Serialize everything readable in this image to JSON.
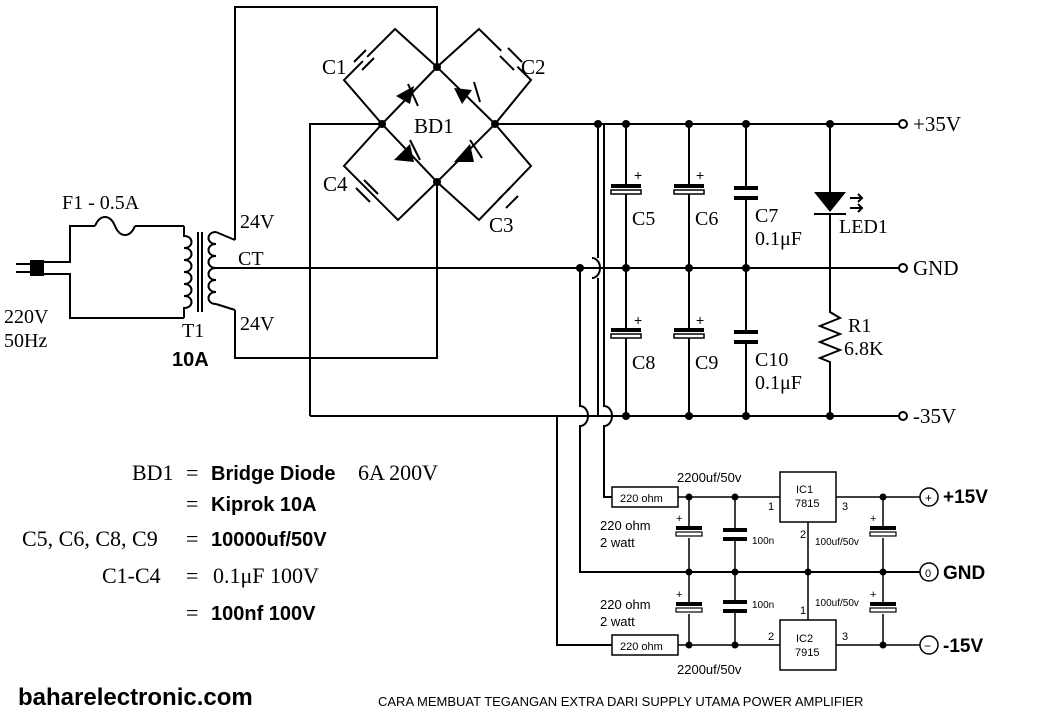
{
  "labels": {
    "c1": "C1",
    "c2": "C2",
    "c3": "C3",
    "c4": "C4",
    "bd1": "BD1",
    "fuse": "F1 - 0.5A",
    "mains_v": "220V",
    "mains_hz": "50Hz",
    "t1": "T1",
    "t1_rating": "10A",
    "sec_top": "24V",
    "ct": "CT",
    "sec_bot": "24V",
    "c5": "C5",
    "c6": "C6",
    "c7": "C7",
    "c7_val": "0.1μF",
    "c8": "C8",
    "c9": "C9",
    "c10": "C10",
    "c10_val": "0.1μF",
    "led1": "LED1",
    "r1": "R1",
    "r1_val": "6.8K",
    "pos35": "+35V",
    "gnd_main": "GND",
    "neg35": "-35V",
    "res_top": "220 ohm",
    "res_bot": "220 ohm",
    "cap_top_lbl": "2200uf/50v",
    "cap_bot_lbl": "2200uf/50v",
    "res_note_top_1": "220 ohm",
    "res_note_top_2": "2 watt",
    "res_note_bot_1": "220 ohm",
    "res_note_bot_2": "2 watt",
    "ic1": "IC1",
    "ic1_part": "7815",
    "ic2": "IC2",
    "ic2_part": "7915",
    "pin1_top": "1",
    "pin3_top": "3",
    "pin2_top": "2",
    "pin1_bot": "1",
    "pin2_bot": "2",
    "pin3_bot": "3",
    "c100n_top": "100n",
    "c100n_bot": "100n",
    "c100u_top": "100uf/50v",
    "c100u_bot": "100uf/50v",
    "out_pos15": "+15V",
    "out_gnd": "GND",
    "out_neg15": "-15V",
    "term_plus": "+",
    "term_zero": "0",
    "term_minus": "−"
  },
  "legend": {
    "row1_name": "BD1",
    "row1_eq": "=",
    "row1_val": "Bridge Diode",
    "row1_rating": "6A  200V",
    "row2_eq": "=",
    "row2_val": "Kiprok 10A",
    "row3_name": "C5, C6, C8, C9",
    "row3_eq": "=",
    "row3_val": "10000uf/50V",
    "row4_name": "C1-C4",
    "row4_eq": "=",
    "row4_val": "0.1μF 100V",
    "row5_eq": "=",
    "row5_val": "100nf 100V"
  },
  "footer": {
    "site": "baharelectronic.com",
    "caption": "CARA MEMBUAT TEGANGAN EXTRA DARI SUPPLY UTAMA POWER AMPLIFIER"
  }
}
